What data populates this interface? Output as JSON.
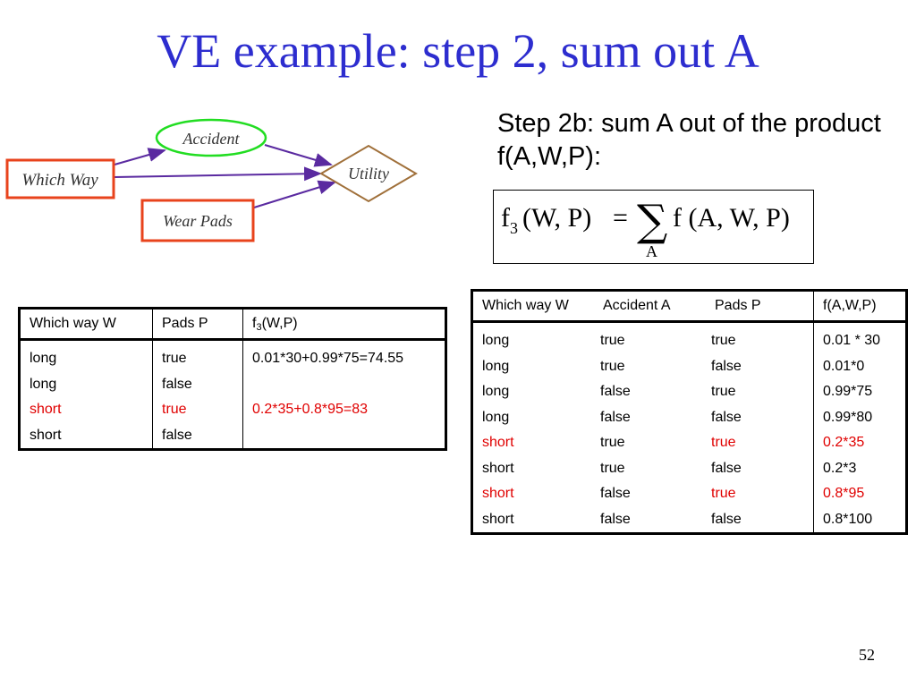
{
  "slide": {
    "title": "VE example: step 2, sum out A",
    "step_text": "Step 2b: sum A out of the product f(A,W,P):",
    "page_number": "52"
  },
  "diagram": {
    "nodes": {
      "which_way": "Which Way",
      "accident": "Accident",
      "utility": "Utility",
      "wear_pads": "Wear Pads"
    },
    "colors": {
      "decision": "#e8431c",
      "chance": "#22dd22",
      "utility": "#a0703a",
      "arrow": "#5a2aa0"
    }
  },
  "formula": {
    "lhs_f": "f",
    "lhs_sub": "3",
    "lhs_args": "(W, P)",
    "equals": "=",
    "sigma": "∑",
    "sum_var": "A",
    "rhs": "f (A, W, P)"
  },
  "table_f3": {
    "headers": [
      "Which way W",
      "Pads P",
      "f",
      "3",
      "(W,P)"
    ],
    "col_w": [
      "long",
      "long",
      "short",
      "short"
    ],
    "col_p": [
      "true",
      "false",
      "true",
      "false"
    ],
    "col_f": [
      "0.01*30+0.99*75=74.55",
      "",
      "0.2*35+0.8*95=83",
      ""
    ]
  },
  "table_fawp": {
    "headers": [
      "Which way W",
      "Accident A",
      "Pads P",
      "f(A,W,P)"
    ],
    "col_w": [
      "long",
      "long",
      "long",
      "long",
      "short",
      "short",
      "short",
      "short"
    ],
    "col_a": [
      "true",
      "true",
      "false",
      "false",
      "true",
      "true",
      "false",
      "false"
    ],
    "col_p": [
      "true",
      "false",
      "true",
      "false",
      "true",
      "false",
      "true",
      "false"
    ],
    "col_f": [
      "0.01 * 30",
      "0.01*0",
      "0.99*75",
      "0.99*80",
      "0.2*35",
      "0.2*3",
      "0.8*95",
      "0.8*100"
    ]
  },
  "highlight_color": "#e00000"
}
